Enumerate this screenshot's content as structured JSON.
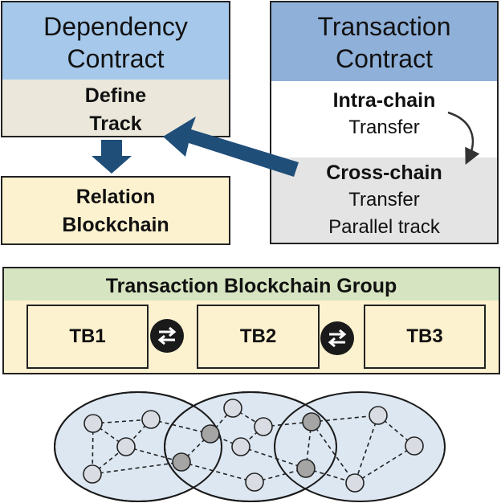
{
  "dependency_contract": {
    "title_line1": "Dependency",
    "title_line2": "Contract",
    "body_line1": "Define",
    "body_line2": "Track"
  },
  "relation_blockchain": {
    "line1": "Relation",
    "line2": "Blockchain"
  },
  "transaction_contract": {
    "title_line1": "Transaction",
    "title_line2": "Contract",
    "intra_bold": "Intra-chain",
    "intra_sub": "Transfer",
    "cross_bold": "Cross-chain",
    "cross_sub": "Transfer",
    "cross_sub2": "Parallel track"
  },
  "group": {
    "title": "Transaction Blockchain Group",
    "blocks": [
      "TB1",
      "TB2",
      "TB3"
    ]
  },
  "colors": {
    "dep_header": "#a6c8ea",
    "tx_header": "#8fb0d9",
    "arrow": "#1f4e79",
    "group_header": "#d6e4c1",
    "cream": "#fdf2cf",
    "network_fill": "#dce7f2",
    "node_light": "#d9dde3",
    "node_dark": "#a5a5a5"
  },
  "icons": {
    "swap": "swap-arrows-icon"
  }
}
